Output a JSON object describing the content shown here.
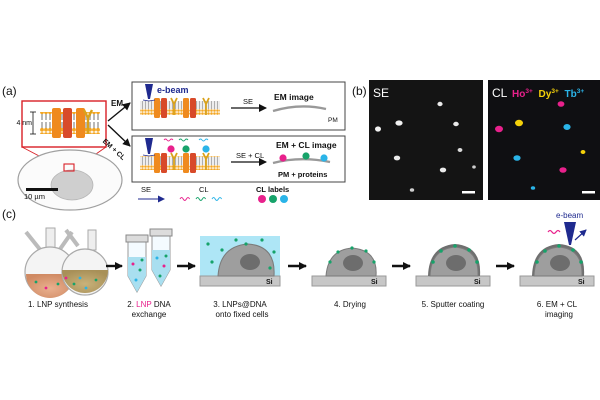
{
  "panel_a": {
    "label": "(a)",
    "thickness": "4 nm",
    "arrow_em": "EM",
    "arrow_em_cl": "EM + CL",
    "scale_bar": "10 µm",
    "ebeam": "e-beam",
    "top_box": {
      "se": "SE",
      "result": "EM image",
      "pm": "PM"
    },
    "bottom_box": {
      "se_cl": "SE + CL",
      "result": "EM + CL image",
      "pm_proteins": "PM + proteins"
    },
    "legend": {
      "se": "SE",
      "cl": "CL",
      "cl_labels": "CL labels"
    }
  },
  "panel_b": {
    "label": "(b)",
    "se_title": "SE",
    "cl_title": "CL",
    "ions": [
      {
        "text": "Ho",
        "sup": "3+",
        "color": "#e8218c"
      },
      {
        "text": "Dy",
        "sup": "3+",
        "color": "#f5d10a"
      },
      {
        "text": "Tb",
        "sup": "3+",
        "color": "#2ab4e8"
      }
    ]
  },
  "panel_c": {
    "label": "(c)",
    "ebeam": "e-beam",
    "si": "Si",
    "steps": [
      {
        "num": "1.",
        "line1": "LNP synthesis",
        "line2": ""
      },
      {
        "num": "2.",
        "line1_hl": "LNP",
        "line1": " DNA",
        "line2": "exchange"
      },
      {
        "num": "3.",
        "line1": "LNPs@DNA",
        "line2": "onto fixed cells"
      },
      {
        "num": "4.",
        "line1": "Drying",
        "line2": ""
      },
      {
        "num": "5.",
        "line1": "Sputter coating",
        "line2": ""
      },
      {
        "num": "6.",
        "line1": "EM + CL",
        "line2": "imaging"
      }
    ]
  },
  "colors": {
    "magenta": "#e8218c",
    "green": "#16a36a",
    "cyan": "#2ab4e8",
    "yellow": "#f5d10a",
    "orange": "#ef8a1e",
    "navy": "#1f2a8f",
    "red": "#d91f26"
  }
}
